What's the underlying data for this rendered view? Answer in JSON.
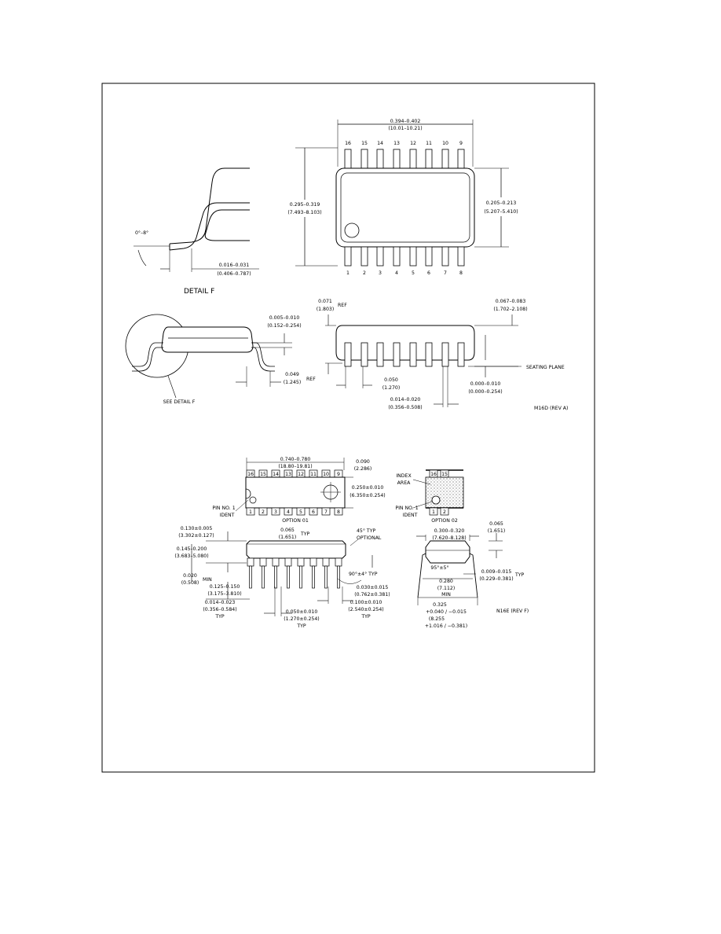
{
  "soic": {
    "top_view": {
      "top_pins": [
        "16",
        "15",
        "14",
        "13",
        "12",
        "11",
        "10",
        "9"
      ],
      "bottom_pins": [
        "1",
        "2",
        "3",
        "4",
        "5",
        "6",
        "7",
        "8"
      ],
      "length_in": "0.394–0.402",
      "length_mm": "(10.01–10.21)",
      "overall_width_in": "0.295–0.319",
      "overall_width_mm": "(7.493–8.103)",
      "body_width_in": "0.205–0.213",
      "body_width_mm": "(5.207–5.410)"
    },
    "detail_f": {
      "title": "DETAIL F",
      "angle": "0°–8°",
      "foot_in": "0.016–0.031",
      "foot_mm": "(0.406–0.787)"
    },
    "side_view": {
      "lead_thk_in": "0.005–0.010",
      "lead_thk_mm": "(0.152–0.254)",
      "lead_len_in": "0.049",
      "lead_len_mm": "(1.245)",
      "ref": "REF",
      "see_detail": "SEE DETAIL F"
    },
    "front_view": {
      "standoff_in": "0.071",
      "standoff_mm": "(1.803)",
      "ref": "REF",
      "height_in": "0.067–0.083",
      "height_mm": "(1.702–2.108)",
      "seating_plane": "SEATING PLANE",
      "pitch_in": "0.050",
      "pitch_mm": "(1.270)",
      "clearance_in": "0.000–0.010",
      "clearance_mm": "(0.000–0.254)",
      "lead_w_in": "0.014–0.020",
      "lead_w_mm": "(0.356–0.508)"
    },
    "drawing_id": "M16D (REV A)"
  },
  "dip": {
    "top_view": {
      "top_pins": [
        "16",
        "15",
        "14",
        "13",
        "12",
        "11",
        "10",
        "9"
      ],
      "bottom_pins": [
        "1",
        "2",
        "3",
        "4",
        "5",
        "6",
        "7",
        "8"
      ],
      "length_in": "0.740–0.780",
      "length_mm": "(18.80–19.81)",
      "end_in": "0.090",
      "end_mm": "(2.286)",
      "dia_in": "0.250±0.010",
      "dia_mm": "(6.350±0.254)",
      "pin1": [
        "PIN NO. 1",
        "IDENT"
      ],
      "option": "OPTION 01"
    },
    "option_02": {
      "top_pins": [
        "16",
        "15"
      ],
      "bottom_pins": [
        "1",
        "2"
      ],
      "index": [
        "INDEX",
        "AREA"
      ],
      "pin1": [
        "PIN NO. 1",
        "IDENT"
      ],
      "option": "OPTION 02"
    },
    "side_view": {
      "body_in": "0.130±0.005",
      "body_mm": "(3.302±0.127)",
      "shoulder_in": "0.065",
      "shoulder_mm": "(1.651)",
      "typ": "TYP",
      "chamfer": "45° TYP",
      "optional": "OPTIONAL",
      "height_in": "0.145–0.200",
      "height_mm": "(3.683–5.080)",
      "min_in": "0.020",
      "min_mm": "(0.508)",
      "min": "MIN",
      "angle": "90°±4° TYP",
      "seat_in": "0.125–0.150",
      "seat_mm": "(3.175–3.810)",
      "pin_in": "0.030±0.015",
      "pin_mm": "(0.762±0.381)",
      "lead_in": "0.014–0.023",
      "lead_mm": "(0.356–0.584)",
      "lead_typ": "TYP",
      "width_in": "0.050±0.010",
      "width_mm": "(1.270±0.254)",
      "width_typ": "TYP",
      "pitch_in": "0.100±0.010",
      "pitch_mm": "(2.540±0.254)",
      "pitch_typ": "TYP"
    },
    "end_view": {
      "width_in": "0.300–0.320",
      "width_mm": "(7.620–8.128)",
      "shoulder_in": "0.065",
      "shoulder_mm": "(1.651)",
      "angle": "95°±5°",
      "thk_in": "0.009–0.015",
      "thk_mm": "(0.229–0.381)",
      "typ": "TYP",
      "row_in": "0.280",
      "row_mm": "(7.112)",
      "min": "MIN",
      "span1_in": "0.325",
      "span1_tol": "+0.040 / −0.015",
      "span2_mm": "(8.255",
      "span2_tol": "+1.016 / −0.381)"
    },
    "drawing_id": "N16E (REV F)"
  }
}
